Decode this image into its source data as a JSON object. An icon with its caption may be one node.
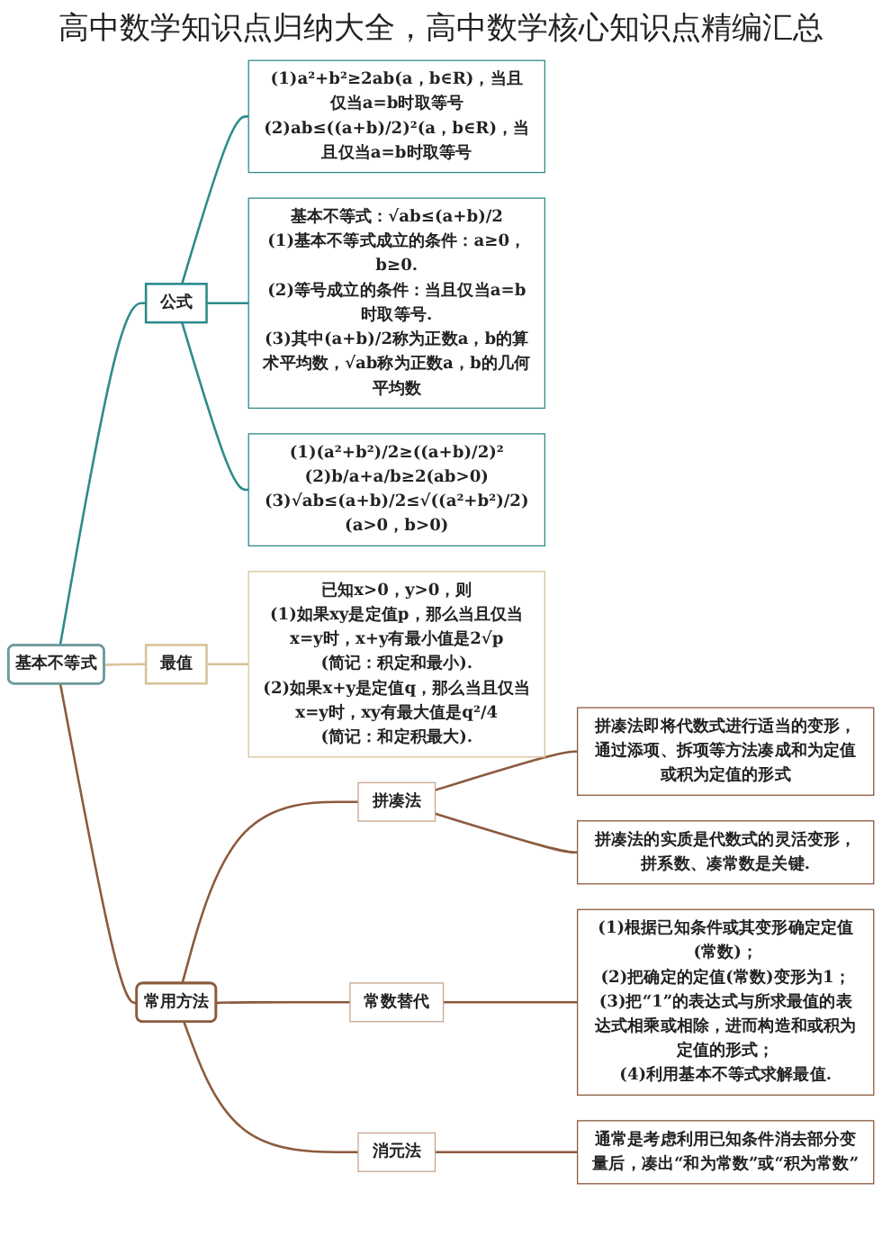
{
  "diagram": {
    "title": "高中数学知识点归纳大全，高中数学核心知识点精编汇总",
    "nodes": [
      {
        "text": [
          "基本不等式"
        ]
      },
      {
        "text": [
          "公式"
        ]
      },
      {
        "text": [
          "(1)a²+b²≥2ab(a，b∈R)，当且仅当a=b时取等号",
          "(2)ab≤((a+b)/2)²(a，b∈R)，当且仅当a=b时取等号"
        ]
      },
      {
        "text": [
          "基本不等式：√ab≤(a+b)/2",
          "(1)基本不等式成立的条件：a≥0，b≥0.",
          "(2)等号成立的条件：当且仅当a=b时取等号.",
          "(3)其中(a+b)/2称为正数a，b的算术平均数，√ab称为正数a，b的几何平均数"
        ]
      },
      {
        "text": [
          "(1)(a²+b²)/2≥((a+b)/2)²",
          "(2)b/a+a/b≥2(ab>0)",
          "(3)√ab≤(a+b)/2≤√((a²+b²)/2)(a>0，b>0)"
        ]
      },
      {
        "text": [
          "最值"
        ]
      },
      {
        "text": [
          "已知x>0，y>0，则",
          "(1)如果xy是定值p，那么当且仅当x=y时，x+y有最小值是2√p",
          "(简记：积定和最小).",
          "(2)如果x+y是定值q，那么当且仅当x=y时，xy有最大值是q²/4",
          "(简记：和定积最大)."
        ]
      },
      {
        "text": [
          "常用方法"
        ]
      },
      {
        "text": [
          "拼凑法"
        ]
      },
      {
        "text": [
          "拼凑法即将代数式进行适当的变形，通过添项、拆项等方法凑成和为定值或积为定值的形式"
        ]
      },
      {
        "text": [
          "拼凑法的实质是代数式的灵活变形，拼系数、凑常数是关键."
        ]
      },
      {
        "text": [
          "常数替代"
        ]
      },
      {
        "text": [
          "(1)根据已知条件或其变形确定定值(常数)；",
          "(2)把确定的定值(常数)变形为1；",
          "(3)把“1”的表达式与所求最值的表达式相乘或相除，进而构造和或积为定值的形式；",
          "(4)利用基本不等式求解最值."
        ]
      },
      {
        "text": [
          "消元法"
        ]
      },
      {
        "text": [
          "通常是考虑利用已知条件消去部分变量后，凑出“和为常数”或“积为常数”"
        ]
      }
    ],
    "edges": [
      {
        "from": 0,
        "to": 1,
        "arrow": "none",
        "color": "#2e8b8b"
      },
      {
        "from": 1,
        "to": 2,
        "arrow": "none",
        "color": "#2e8b8b"
      },
      {
        "from": 1,
        "to": 3,
        "arrow": "none",
        "color": "#2e8b8b"
      },
      {
        "from": 1,
        "to": 4,
        "arrow": "none",
        "color": "#2e8b8b"
      },
      {
        "from": 0,
        "to": 5,
        "arrow": "none",
        "color": "#d9c29a"
      },
      {
        "from": 5,
        "to": 6,
        "arrow": "none",
        "color": "#d9c29a"
      },
      {
        "from": 0,
        "to": 7,
        "arrow": "none"
      },
      {
        "from": 7,
        "to": 8,
        "arrow": "none"
      },
      {
        "from": 7,
        "to": 11,
        "arrow": "none"
      },
      {
        "from": 7,
        "to": 13,
        "arrow": "none"
      },
      {
        "from": 8,
        "to": 9,
        "arrow": "none"
      },
      {
        "from": 8,
        "to": 10,
        "arrow": "none"
      },
      {
        "from": 11,
        "to": 12,
        "arrow": "none"
      },
      {
        "from": 13,
        "to": 14,
        "arrow": "none"
      }
    ]
  }
}
